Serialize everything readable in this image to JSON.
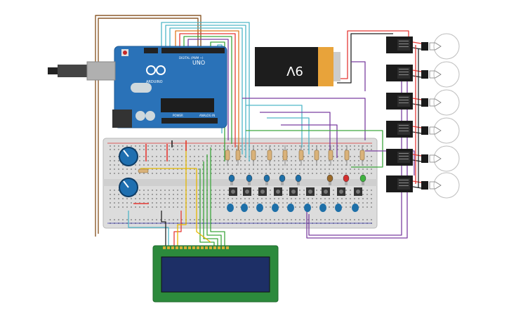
{
  "arduino": {
    "brand": "UNO",
    "sub": "ARDUINO",
    "digital_label": "DIGITAL (PWM ~)",
    "power_label": "POWER",
    "analog_label": "ANALOG IN",
    "colors": {
      "board": "#2a72b8",
      "chip": "#1d1d1d"
    }
  },
  "battery": {
    "label": "9V"
  },
  "breadboard": {
    "rows": 5
  },
  "lcd": {
    "colors": {
      "board": "#2c8a3c",
      "screen": "#1d2f66"
    }
  },
  "wire_colors": {
    "red": "#e53935",
    "black": "#222222",
    "brown": "#8b5a2b",
    "cyan": "#4fb6c8",
    "purple": "#7b3fa0",
    "green": "#3da63d",
    "yellow": "#e6b800",
    "orange": "#e07a1f"
  },
  "leds": [
    {
      "color": "#1d6fa8"
    },
    {
      "color": "#1d6fa8"
    },
    {
      "color": "#1d6fa8"
    },
    {
      "color": "#1d6fa8"
    },
    {
      "color": "#1d6fa8"
    },
    {
      "color": "#9a6a2a"
    },
    {
      "color": "#d32f2f"
    },
    {
      "color": "#3fb23f"
    }
  ],
  "relays": {
    "count": 6
  },
  "bulbs": {
    "count": 6
  }
}
